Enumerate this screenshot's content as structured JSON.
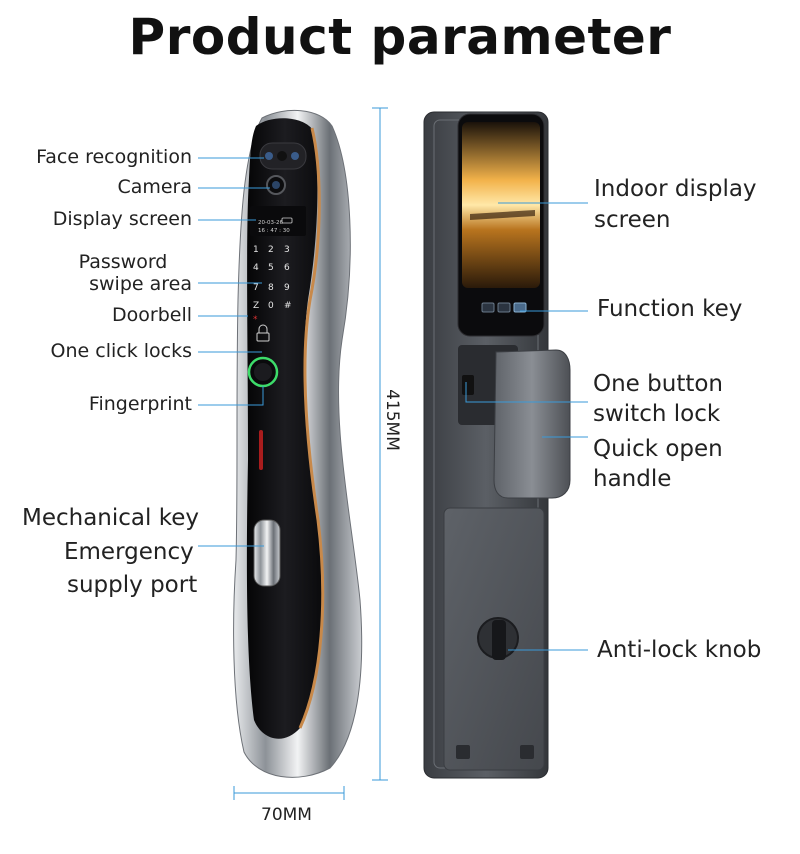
{
  "title": "Product parameter",
  "left_labels": {
    "face_recognition": "Face recognition",
    "camera": "Camera",
    "display_screen": "Display screen",
    "password_line1": "Password",
    "password_line2": "swipe area",
    "doorbell": "Doorbell",
    "one_click_locks": "One click locks",
    "fingerprint": "Fingerprint",
    "mechanical_key": "Mechanical key",
    "emergency_line1": "Emergency",
    "emergency_line2": "supply port"
  },
  "right_labels": {
    "indoor_line1": "Indoor display",
    "indoor_line2": "screen",
    "function_key": "Function key",
    "switch_line1": "One button",
    "switch_line2": "switch lock",
    "handle_line1": "Quick open",
    "handle_line2": "handle",
    "anti_lock_knob": "Anti-lock knob"
  },
  "dimensions": {
    "height": "415MM",
    "width": "70MM"
  },
  "screen_text": {
    "date": "20-03-26",
    "time": "16 : 47 : 30"
  },
  "keypad": [
    "1",
    "2",
    "3",
    "4",
    "5",
    "6",
    "7",
    "8",
    "9",
    "Z",
    "0",
    "#",
    "*"
  ],
  "colors": {
    "callout_line": "#3a9ad9",
    "gold_trim": "#c8894a",
    "fingerprint_ring": "#3ddc6a",
    "chrome": "#9ea3a8",
    "body_dark": "#141416"
  }
}
